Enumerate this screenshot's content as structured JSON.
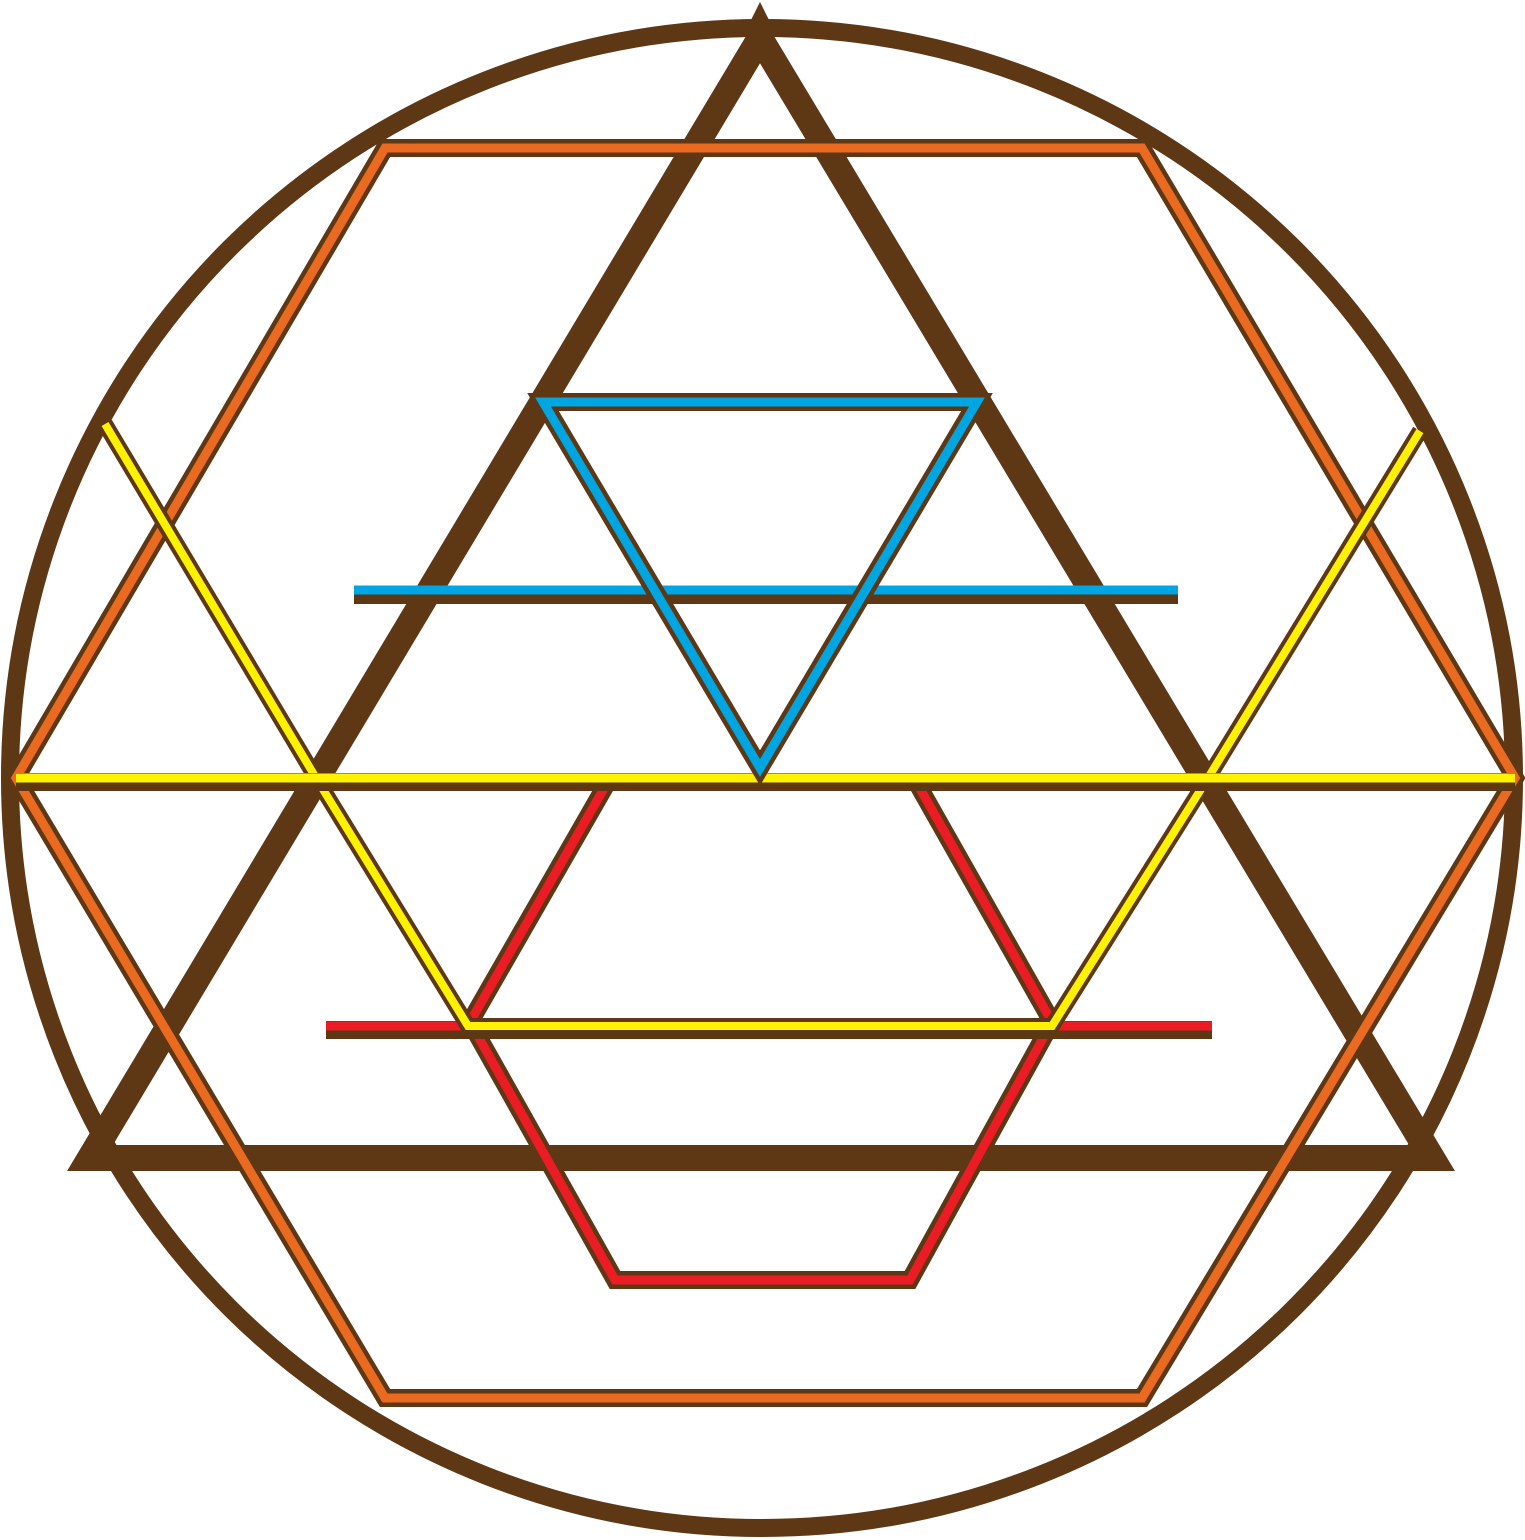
{
  "diagram": {
    "colors": {
      "background": "#ffffff",
      "outline": "#5e3714",
      "orange": "#ea6a20",
      "yellow": "#fff200",
      "blue": "#00a6e2",
      "red": "#ec1c24"
    },
    "shapes": [
      "outer-circle",
      "large-upward-triangle",
      "orange-hexagon",
      "yellow-lines",
      "blue-downward-triangle",
      "blue-horizontal-line",
      "red-half-hexagon",
      "red-horizontal-line"
    ]
  }
}
